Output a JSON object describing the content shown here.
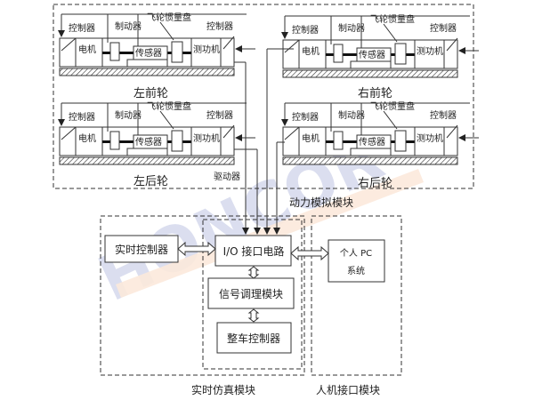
{
  "bench_labels": {
    "controller": "控制器",
    "motor": "电机",
    "brake": "制动器",
    "flywheel": "飞轮惯量盘",
    "sensor": "传感器",
    "dyno": "测功机"
  },
  "wheels": {
    "left_front": "左前轮",
    "right_front": "右前轮",
    "left_rear": "左后轮",
    "right_rear": "右后轮"
  },
  "driver_label": "驱动器",
  "power_module": "动力模拟模块",
  "realtime_controller": "实时控制器",
  "io_circuit": "I/O 接口电路",
  "signal_conditioning": "信号调理模块",
  "vehicle_controller": "整车控制器",
  "pc": {
    "line1": "个人 PC",
    "line2": "系统"
  },
  "realtime_sim_module": "实时仿真模块",
  "hmi_module": "人机接口模块",
  "watermark": "HONCOR 合 能 汽",
  "colors": {
    "line": "#333333",
    "watermark_blue": "#3b4fa8",
    "watermark_orange": "#f08a3c"
  }
}
